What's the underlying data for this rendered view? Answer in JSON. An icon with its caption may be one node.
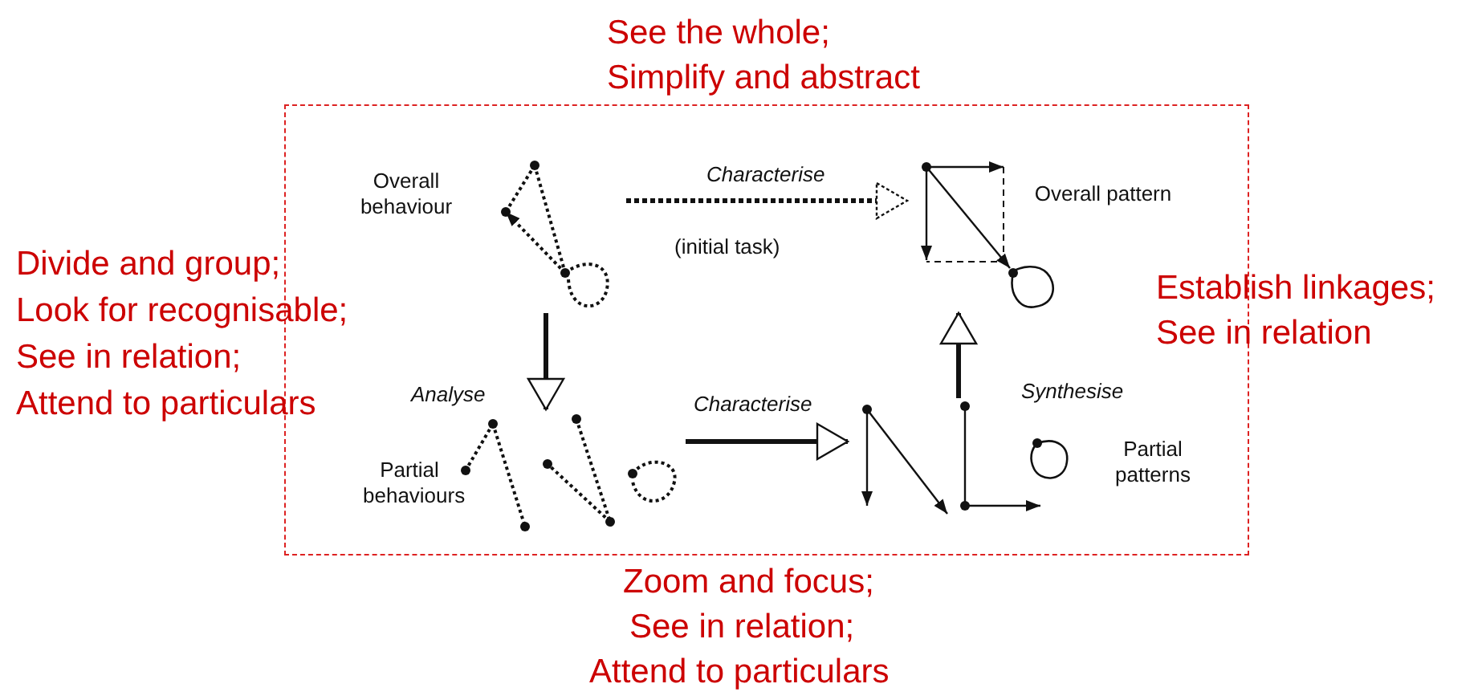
{
  "diagram": {
    "nodes": [
      {
        "text": [
          "Overall behaviour"
        ]
      },
      {
        "text": [
          "Overall pattern"
        ]
      },
      {
        "text": [
          "Partial behaviours"
        ]
      },
      {
        "text": [
          "Partial patterns"
        ]
      }
    ],
    "edges": [
      {
        "from": 0,
        "to": 1,
        "arrow": "to",
        "label": "Characterise",
        "style": "dashed"
      },
      {
        "from": 0,
        "to": 2,
        "arrow": "to",
        "label": "Analyse"
      },
      {
        "from": 2,
        "to": 3,
        "arrow": "to",
        "label": "Characterise"
      },
      {
        "from": 3,
        "to": 1,
        "arrow": "to",
        "label": "Synthesise"
      }
    ],
    "labels": [
      "See the whole;",
      "Simplify and abstract",
      "Divide and group;",
      "Look for recognisable;",
      "See in relation;",
      "Attend to particulars",
      "(initial task)",
      "Establish linkages;",
      "See in relation",
      "Zoom and focus;",
      "See in relation;",
      "Attend to particulars"
    ]
  }
}
